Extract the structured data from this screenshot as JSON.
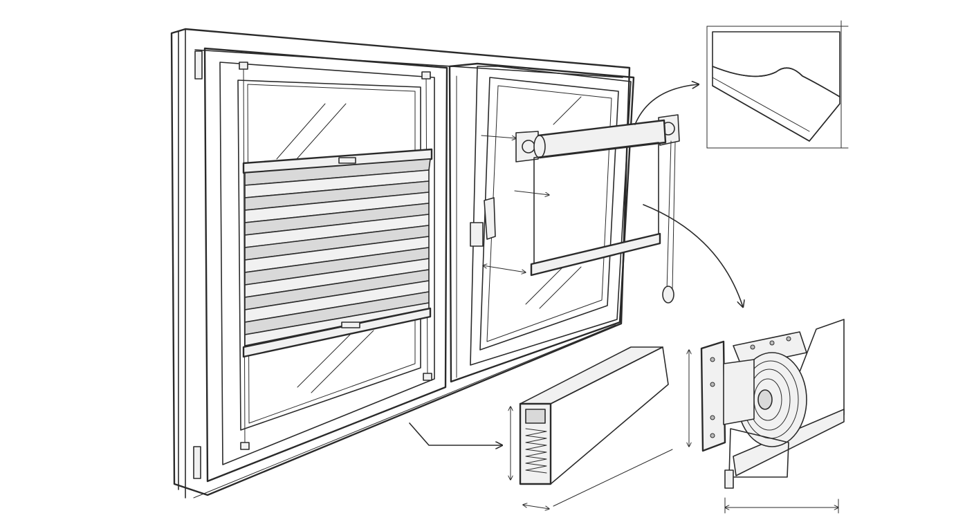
{
  "figure": {
    "description_style": "pencil-sketch",
    "ink_color": "#2a2a2a",
    "paper_color": "#ffffff",
    "shade_color": "#d9d9d9"
  },
  "parts": [
    "window-frame",
    "pleated-blind",
    "roller-blind",
    "fabric-detail",
    "pleated-profile-detail",
    "roller-mechanism-detail"
  ]
}
